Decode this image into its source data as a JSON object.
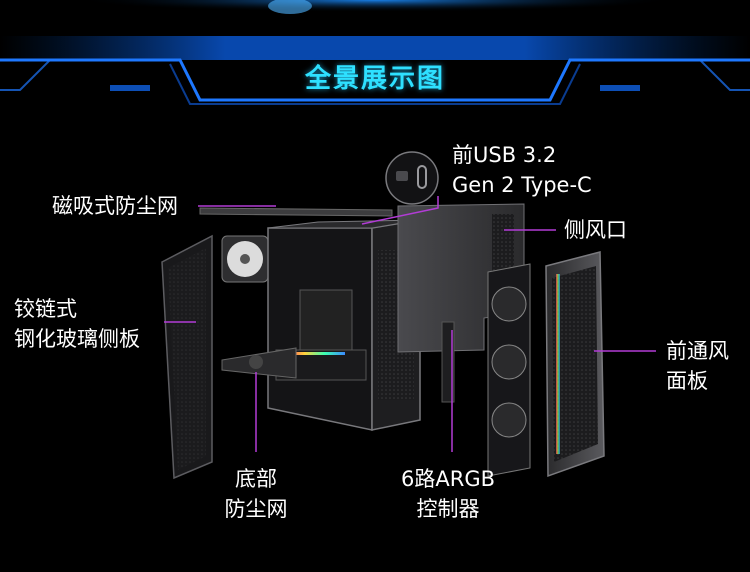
{
  "title": "全景展示图",
  "accent_color": "#2ee0ff",
  "callout_color": "#b23cd6",
  "labels": {
    "usb": [
      "前USB 3.2",
      "Gen 2 Type-C"
    ],
    "top_filter": "磁吸式防尘网",
    "side_vent": "侧风口",
    "glass_panel": [
      "铰链式",
      "钢化玻璃侧板"
    ],
    "front_panel": [
      "前通风",
      "面板"
    ],
    "bottom_filter": [
      "底部",
      "防尘网"
    ],
    "argb": [
      "6路ARGB",
      "控制器"
    ]
  }
}
